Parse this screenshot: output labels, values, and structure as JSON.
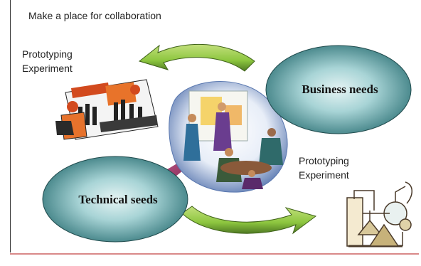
{
  "diagram": {
    "title": "Make a place for collaboration",
    "left_note": {
      "line1": "Prototyping",
      "line2": "Experiment"
    },
    "right_note": {
      "line1": "Prototyping",
      "line2": "Experiment"
    },
    "nodes": {
      "business": "Business needs",
      "technical": "Technical seeds"
    },
    "colors": {
      "oval_fill_light": "#e6f4f4",
      "oval_fill_dark": "#3a7c80",
      "curved_arrow_fill": "#8dc63f",
      "straight_arrow_fill": "#a23a6a",
      "bottom_rule": "#d98989"
    },
    "icons": [
      "office-workers-clipart",
      "meeting-people-clipart",
      "lab-glassware-clipart"
    ]
  }
}
